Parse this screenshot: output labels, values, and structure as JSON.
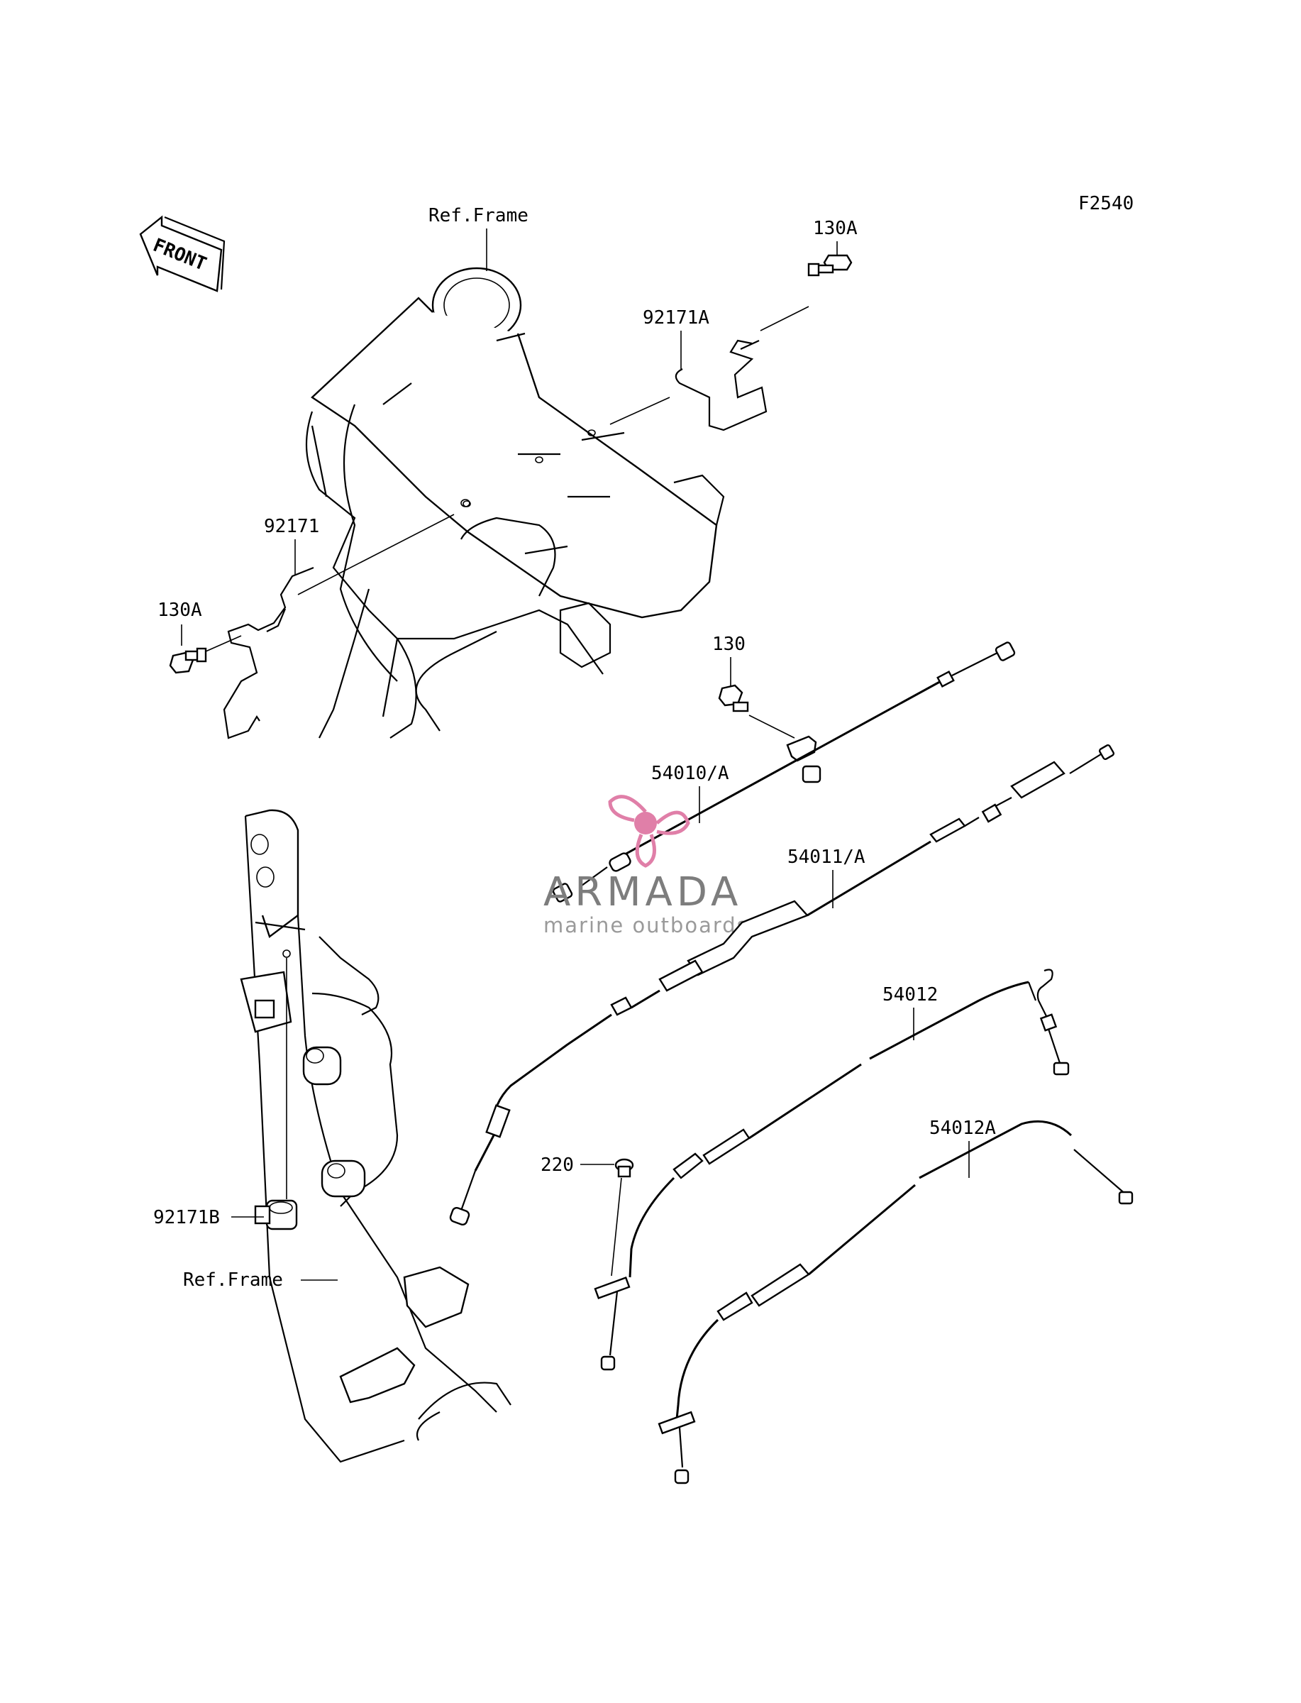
{
  "figure_code": "F2540",
  "front_label": "FRONT",
  "labels": {
    "ref_frame_top": "Ref.Frame",
    "ref_frame_bottom": "Ref.Frame",
    "bolt_130a_top": "130A",
    "bolt_130a_left": "130A",
    "bolt_130": "130",
    "clamp_92171a": "92171A",
    "clamp_92171": "92171",
    "clamp_92171b": "92171B",
    "cable_54010a": "54010/A",
    "cable_54011a": "54011/A",
    "cable_54012": "54012",
    "cable_54012a": "54012A",
    "screw_220": "220"
  },
  "watermark": {
    "brand": "ARMADA",
    "tagline": "marine outboards",
    "color": "#e07fa8"
  }
}
